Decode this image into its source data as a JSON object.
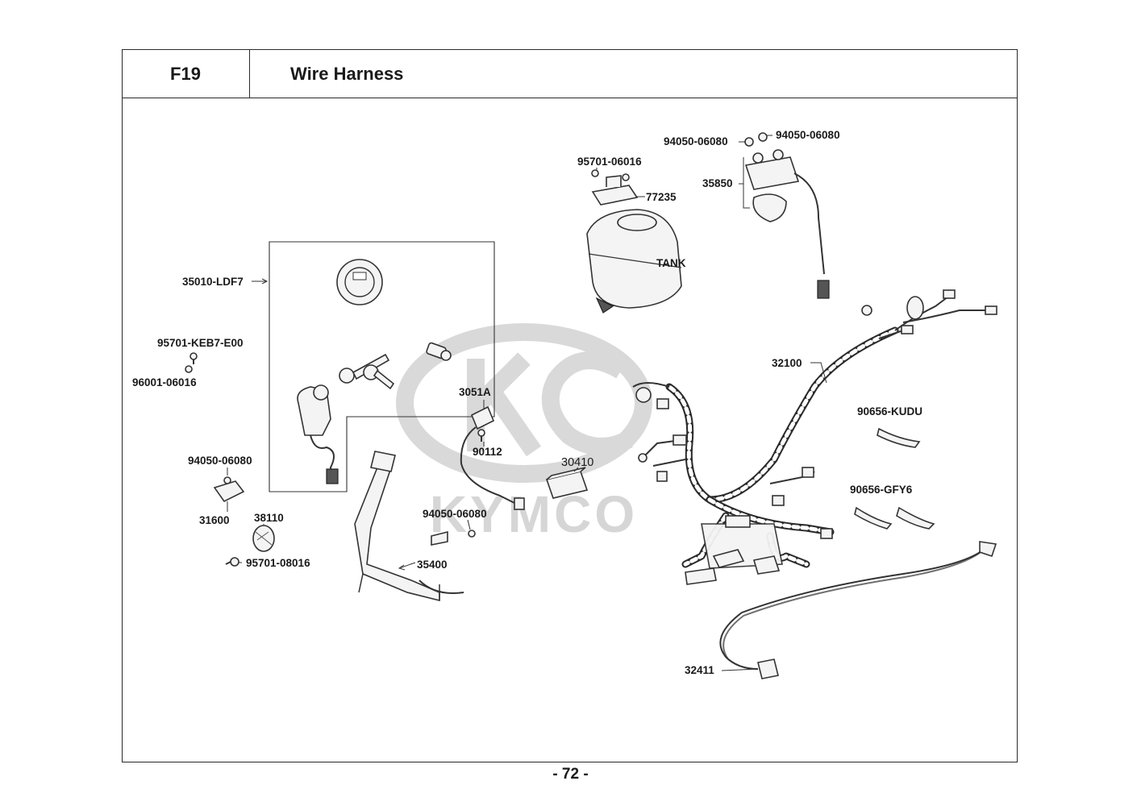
{
  "header": {
    "section_code": "F19",
    "section_title": "Wire Harness"
  },
  "page_number": "- 72 -",
  "watermark": {
    "brand": "KYMCO",
    "color": "#d6d6d6"
  },
  "callouts": [
    {
      "id": "lbl_94050_06080_a",
      "text": "94050-06080"
    },
    {
      "id": "lbl_94050_06080_b",
      "text": "94050-06080"
    },
    {
      "id": "lbl_95701_06016",
      "text": "95701-06016"
    },
    {
      "id": "lbl_77235",
      "text": "77235"
    },
    {
      "id": "lbl_35850",
      "text": "35850"
    },
    {
      "id": "lbl_tank",
      "text": "TANK"
    },
    {
      "id": "lbl_35010_ldf7",
      "text": "35010-LDF7"
    },
    {
      "id": "lbl_95701_keb7_e00",
      "text": "95701-KEB7-E00"
    },
    {
      "id": "lbl_96001_06016",
      "text": "96001-06016"
    },
    {
      "id": "lbl_3051a",
      "text": "3051A"
    },
    {
      "id": "lbl_90112",
      "text": "90112"
    },
    {
      "id": "lbl_30410",
      "text": "30410"
    },
    {
      "id": "lbl_32100",
      "text": "32100"
    },
    {
      "id": "lbl_90656_kudu",
      "text": "90656-KUDU"
    },
    {
      "id": "lbl_90656_gfy6",
      "text": "90656-GFY6"
    },
    {
      "id": "lbl_94050_06080_c",
      "text": "94050-06080"
    },
    {
      "id": "lbl_31600",
      "text": "31600"
    },
    {
      "id": "lbl_38110",
      "text": "38110"
    },
    {
      "id": "lbl_95701_08016",
      "text": "95701-08016"
    },
    {
      "id": "lbl_94050_06080_d",
      "text": "94050-06080"
    },
    {
      "id": "lbl_35400",
      "text": "35400"
    },
    {
      "id": "lbl_32411",
      "text": "32411"
    }
  ]
}
